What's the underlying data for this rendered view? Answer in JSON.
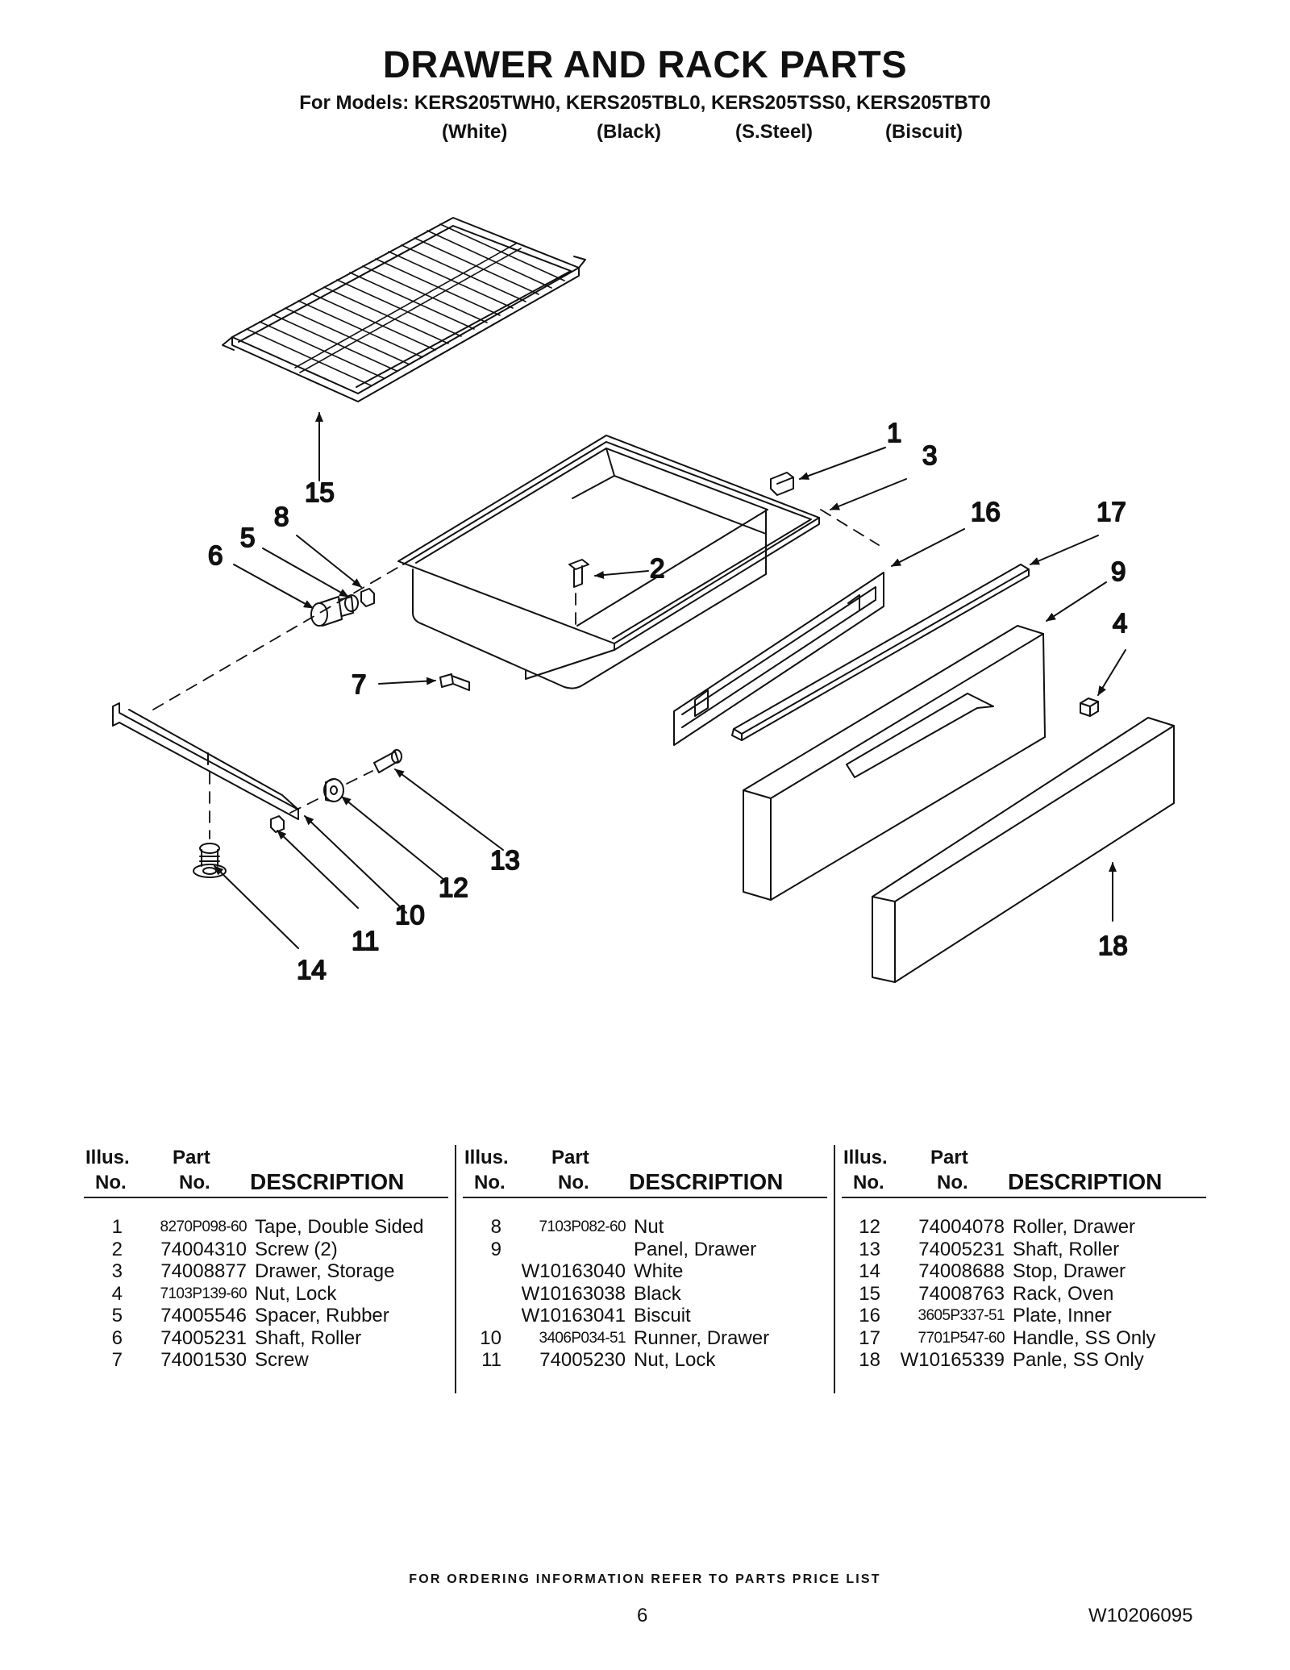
{
  "header": {
    "title": "DRAWER AND RACK PARTS",
    "models": "For Models: KERS205TWH0, KERS205TBL0, KERS205TSS0, KERS205TBT0",
    "colors": [
      "(White)",
      "(Black)",
      "(S.Steel)",
      "(Biscuit)"
    ]
  },
  "diagram": {
    "callouts": [
      "1",
      "2",
      "3",
      "4",
      "5",
      "6",
      "7",
      "8",
      "9",
      "10",
      "11",
      "12",
      "13",
      "14",
      "15",
      "16",
      "17",
      "18"
    ]
  },
  "table": {
    "headers": {
      "illus_top": "Illus.",
      "illus_bottom": "No.",
      "part_top": "Part",
      "part_bottom": "No.",
      "description": "DESCRIPTION"
    },
    "columns": [
      [
        {
          "illus": "1",
          "part": "8270P098-60",
          "desc": "Tape, Double Sided"
        },
        {
          "illus": "2",
          "part": "74004310",
          "desc": "Screw (2)"
        },
        {
          "illus": "3",
          "part": "74008877",
          "desc": "Drawer, Storage"
        },
        {
          "illus": "4",
          "part": "7103P139-60",
          "desc": "Nut, Lock"
        },
        {
          "illus": "5",
          "part": "74005546",
          "desc": "Spacer, Rubber"
        },
        {
          "illus": "6",
          "part": "74005231",
          "desc": "Shaft, Roller"
        },
        {
          "illus": "7",
          "part": "74001530",
          "desc": "Screw"
        }
      ],
      [
        {
          "illus": "8",
          "part": "7103P082-60",
          "desc": "Nut"
        },
        {
          "illus": "9",
          "part": "",
          "desc": "Panel, Drawer"
        },
        {
          "illus": "",
          "part": "W10163040",
          "desc": "White"
        },
        {
          "illus": "",
          "part": "W10163038",
          "desc": "Black"
        },
        {
          "illus": "",
          "part": "W10163041",
          "desc": "Biscuit"
        },
        {
          "illus": "10",
          "part": "3406P034-51",
          "desc": "Runner, Drawer"
        },
        {
          "illus": "11",
          "part": "74005230",
          "desc": "Nut, Lock"
        }
      ],
      [
        {
          "illus": "12",
          "part": "74004078",
          "desc": "Roller, Drawer"
        },
        {
          "illus": "13",
          "part": "74005231",
          "desc": "Shaft, Roller"
        },
        {
          "illus": "14",
          "part": "74008688",
          "desc": "Stop, Drawer"
        },
        {
          "illus": "15",
          "part": "74008763",
          "desc": "Rack, Oven"
        },
        {
          "illus": "16",
          "part": "3605P337-51",
          "desc": "Plate, Inner"
        },
        {
          "illus": "17",
          "part": "7701P547-60",
          "desc": "Handle, SS Only"
        },
        {
          "illus": "18",
          "part": "W10165339",
          "desc": "Panle, SS Only"
        }
      ]
    ]
  },
  "footer": {
    "ordering": "FOR ORDERING INFORMATION REFER TO PARTS PRICE LIST",
    "page": "6",
    "doc_number": "W10206095"
  }
}
